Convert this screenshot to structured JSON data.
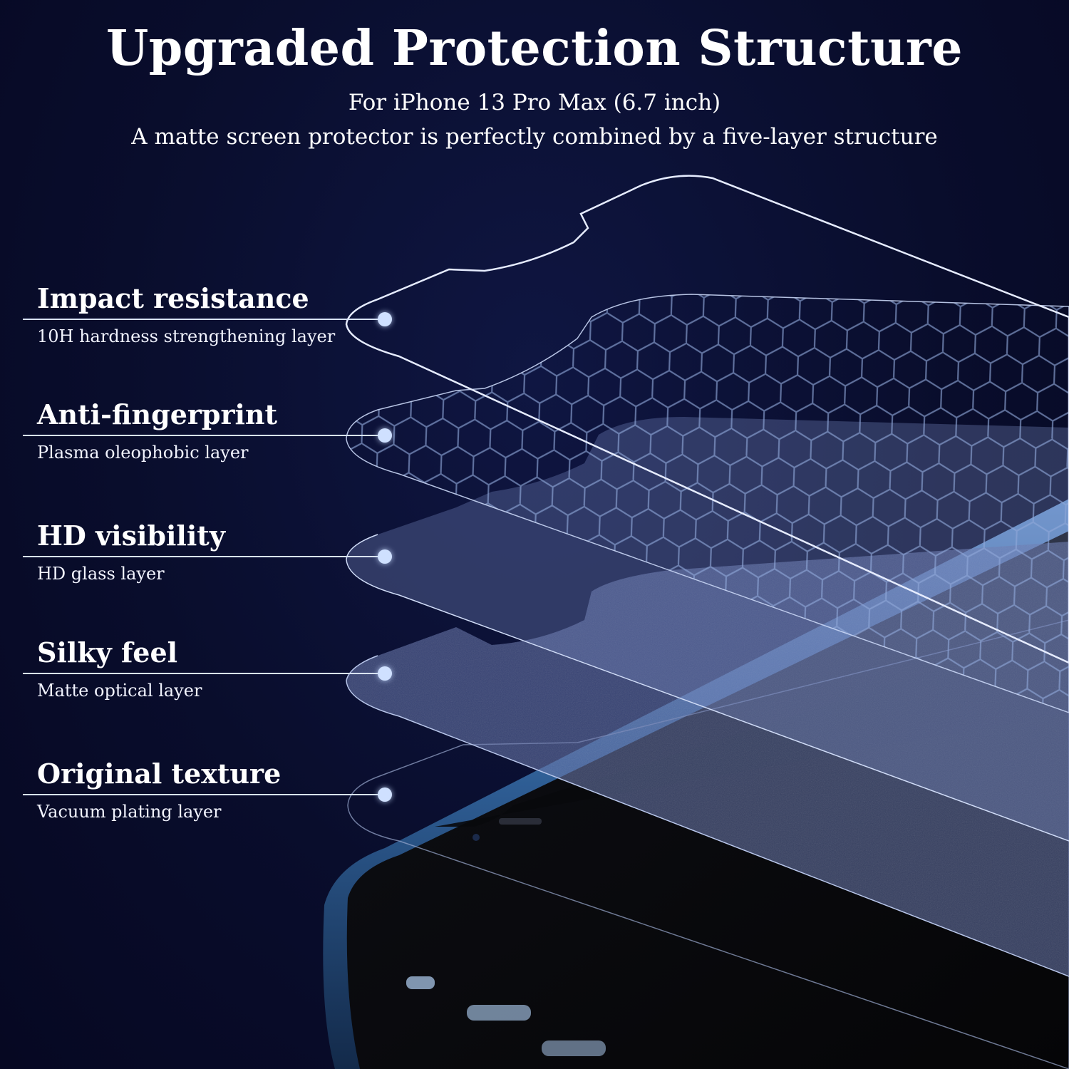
{
  "header": {
    "title": "Upgraded Protection Structure",
    "subtitle_model": "For iPhone 13 Pro Max (6.7 inch)",
    "subtitle_desc": "A matte screen protector is perfectly combined by a five-layer structure"
  },
  "layers": [
    {
      "name": "Impact resistance",
      "description": "10H hardness strengthening layer"
    },
    {
      "name": "Anti-fingerprint",
      "description": "Plasma oleophobic layer"
    },
    {
      "name": "HD visibility",
      "description": "HD glass layer"
    },
    {
      "name": "Silky feel",
      "description": "Matte optical layer"
    },
    {
      "name": "Original texture",
      "description": "Vacuum plating layer"
    }
  ],
  "colors": {
    "background": "#090d2c",
    "text": "#ffffff",
    "accent_dot": "#cfe0ff",
    "phone_frame": "#3a6fa8"
  }
}
